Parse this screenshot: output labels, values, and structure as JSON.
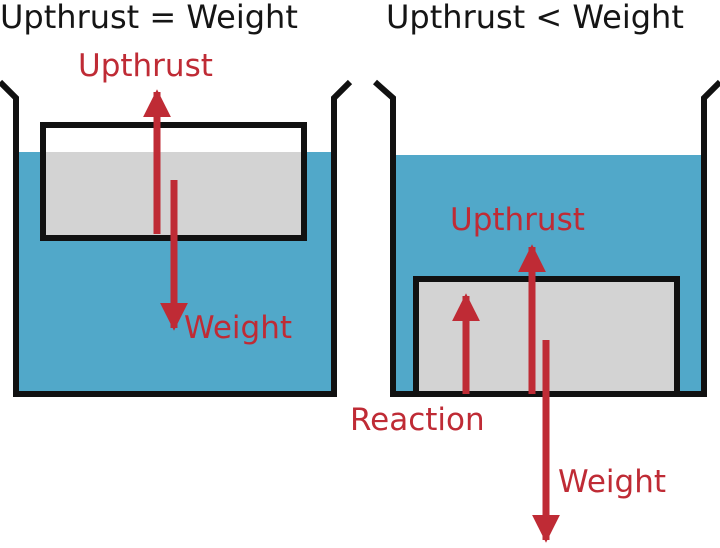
{
  "panels": {
    "left": {
      "title": "Upthrust = Weight",
      "upthrust_label": "Upthrust",
      "weight_label": "Weight"
    },
    "right": {
      "title": "Upthrust < Weight",
      "upthrust_label": "Upthrust",
      "weight_label": "Weight",
      "reaction_label": "Reaction"
    }
  },
  "colors": {
    "water": "#51a8c9",
    "block": "#d3d3d3",
    "outline": "#111111",
    "arrow": "#bf2b35",
    "title_text": "#151515"
  }
}
